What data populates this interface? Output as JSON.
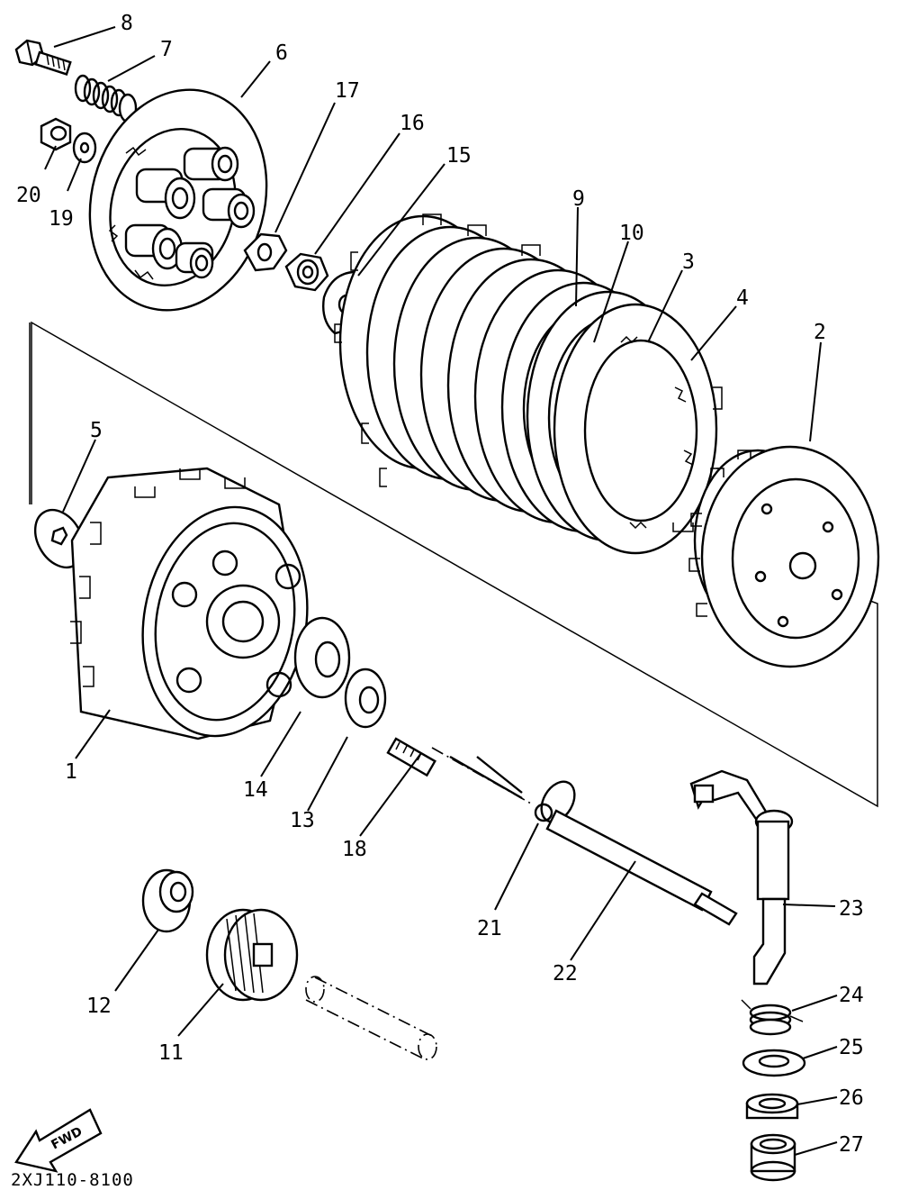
{
  "diagram": {
    "code": "2XJ110-8100",
    "fwd_label": "FWD",
    "callouts": {
      "c1": "1",
      "c2": "2",
      "c3": "3",
      "c4": "4",
      "c5": "5",
      "c6": "6",
      "c7": "7",
      "c8": "8",
      "c9": "9",
      "c10": "10",
      "c11": "11",
      "c12": "12",
      "c13": "13",
      "c14": "14",
      "c15": "15",
      "c16": "16",
      "c17": "17",
      "c18": "18",
      "c19": "19",
      "c20": "20",
      "c21": "21",
      "c22": "22",
      "c23": "23",
      "c24": "24",
      "c25": "25",
      "c26": "26",
      "c27": "27"
    }
  }
}
